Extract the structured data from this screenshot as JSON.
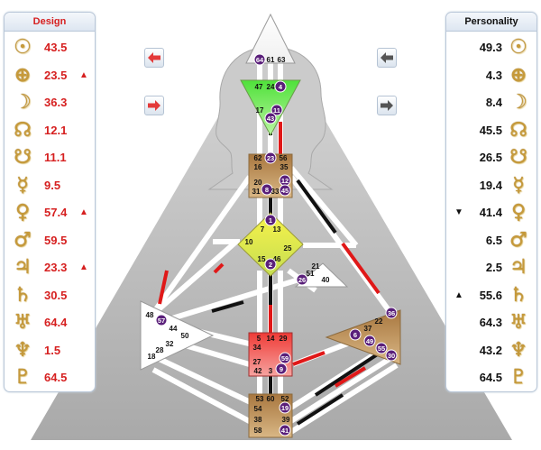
{
  "design": {
    "title": "Design",
    "rows": [
      {
        "glyph": "☉",
        "icon": "sun-icon",
        "value": "43.5",
        "mark": ""
      },
      {
        "glyph": "⊕",
        "icon": "earth-icon",
        "value": "23.5",
        "mark": "▲"
      },
      {
        "glyph": "☽",
        "icon": "moon-icon",
        "value": "36.3",
        "mark": ""
      },
      {
        "glyph": "☊",
        "icon": "north-node-icon",
        "value": "12.1",
        "mark": ""
      },
      {
        "glyph": "☋",
        "icon": "south-node-icon",
        "value": "11.1",
        "mark": ""
      },
      {
        "glyph": "☿",
        "icon": "mercury-icon",
        "value": "9.5",
        "mark": ""
      },
      {
        "glyph": "♀",
        "icon": "venus-icon",
        "value": "57.4",
        "mark": "▲"
      },
      {
        "glyph": "♂",
        "icon": "mars-icon",
        "value": "59.5",
        "mark": ""
      },
      {
        "glyph": "♃",
        "icon": "jupiter-icon",
        "value": "23.3",
        "mark": "▲"
      },
      {
        "glyph": "♄",
        "icon": "saturn-icon",
        "value": "30.5",
        "mark": ""
      },
      {
        "glyph": "♅",
        "icon": "uranus-icon",
        "value": "64.4",
        "mark": ""
      },
      {
        "glyph": "♆",
        "icon": "neptune-icon",
        "value": "1.5",
        "mark": ""
      },
      {
        "glyph": "♇",
        "icon": "pluto-icon",
        "value": "64.5",
        "mark": ""
      }
    ]
  },
  "personality": {
    "title": "Personality",
    "rows": [
      {
        "glyph": "☉",
        "icon": "sun-icon",
        "value": "49.3",
        "mark": ""
      },
      {
        "glyph": "⊕",
        "icon": "earth-icon",
        "value": "4.3",
        "mark": ""
      },
      {
        "glyph": "☽",
        "icon": "moon-icon",
        "value": "8.4",
        "mark": ""
      },
      {
        "glyph": "☊",
        "icon": "north-node-icon",
        "value": "45.5",
        "mark": ""
      },
      {
        "glyph": "☋",
        "icon": "south-node-icon",
        "value": "26.5",
        "mark": ""
      },
      {
        "glyph": "☿",
        "icon": "mercury-icon",
        "value": "19.4",
        "mark": ""
      },
      {
        "glyph": "♀",
        "icon": "venus-icon",
        "value": "41.4",
        "mark": "▼"
      },
      {
        "glyph": "♂",
        "icon": "mars-icon",
        "value": "6.5",
        "mark": ""
      },
      {
        "glyph": "♃",
        "icon": "jupiter-icon",
        "value": "2.5",
        "mark": ""
      },
      {
        "glyph": "♄",
        "icon": "saturn-icon",
        "value": "55.6",
        "mark": "▲"
      },
      {
        "glyph": "♅",
        "icon": "uranus-icon",
        "value": "64.3",
        "mark": ""
      },
      {
        "glyph": "♆",
        "icon": "neptune-icon",
        "value": "43.2",
        "mark": ""
      },
      {
        "glyph": "♇",
        "icon": "pluto-icon",
        "value": "64.5",
        "mark": ""
      }
    ]
  },
  "colors": {
    "design_red": "#d62020",
    "gate_purple": "#5a1f7a",
    "gold": "#c79a3a"
  },
  "bodygraph": {
    "gates": {
      "head": [
        "64",
        "61",
        "63"
      ],
      "ajna": [
        "47",
        "24",
        "4",
        "17",
        "11",
        "43"
      ],
      "throat": [
        "62",
        "23",
        "56",
        "16",
        "35",
        "20",
        "12",
        "31",
        "8",
        "33",
        "45"
      ],
      "g": [
        "1",
        "7",
        "13",
        "10",
        "25",
        "15",
        "46",
        "2"
      ],
      "heart": [
        "21",
        "51",
        "26",
        "40"
      ],
      "spleen": [
        "48",
        "57",
        "44",
        "50",
        "32",
        "28",
        "18"
      ],
      "sacral": [
        "5",
        "14",
        "29",
        "34",
        "27",
        "59",
        "42",
        "3",
        "9"
      ],
      "solar": [
        "36",
        "22",
        "37",
        "6",
        "49",
        "55",
        "30"
      ],
      "root": [
        "53",
        "60",
        "52",
        "54",
        "19",
        "38",
        "39",
        "58",
        "41"
      ]
    }
  }
}
